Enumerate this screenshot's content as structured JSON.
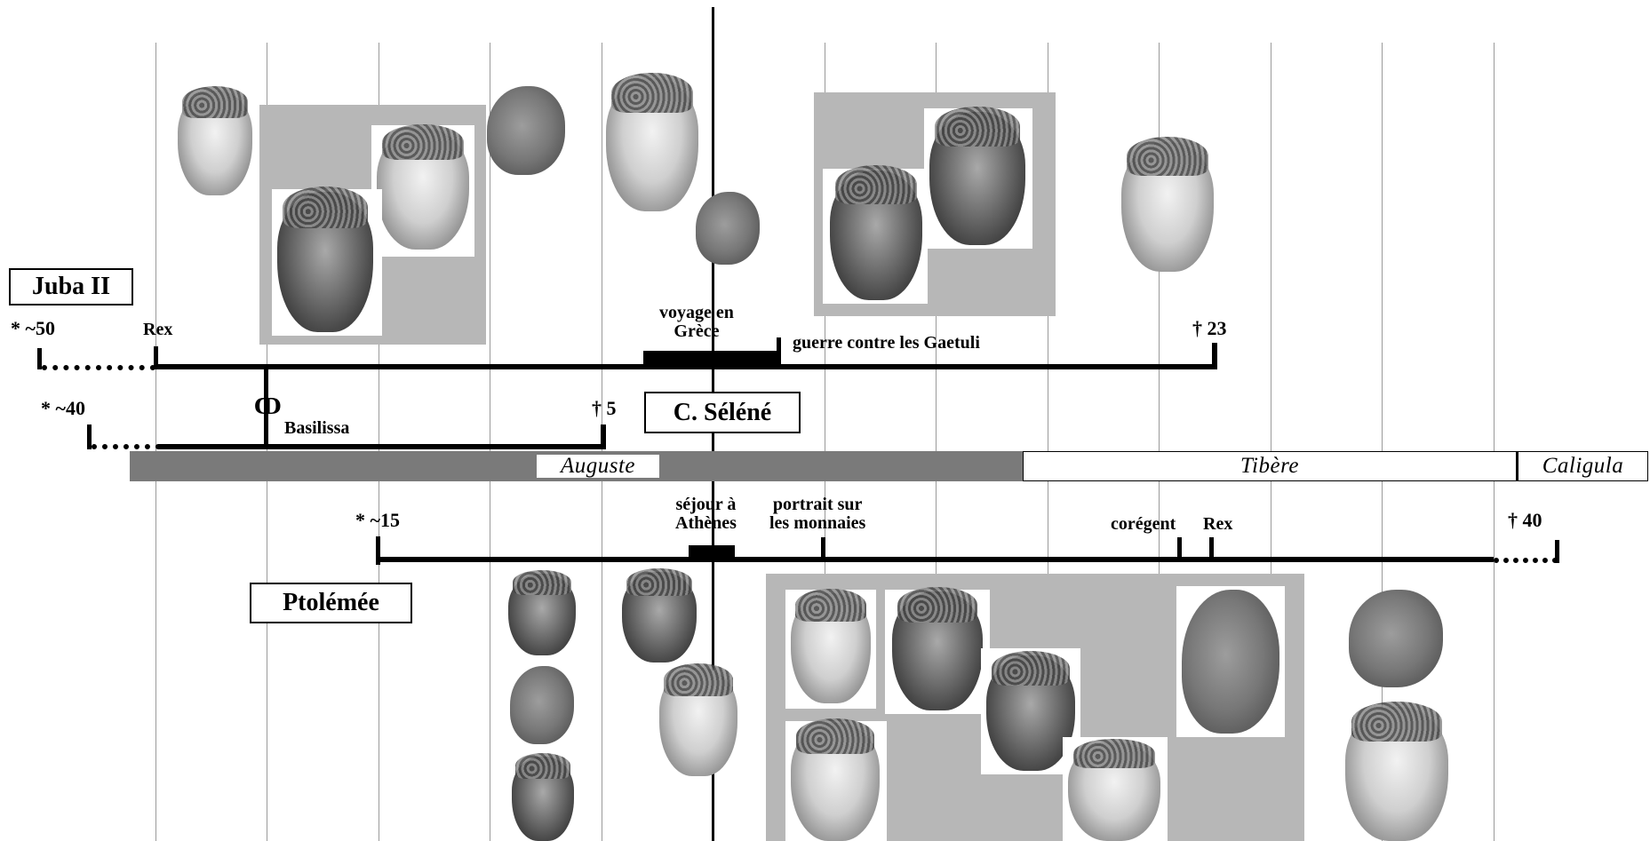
{
  "colors": {
    "line": "#000000",
    "grid": "#9a9a9a",
    "panel": "#b7b7b7",
    "reign_bar": "#7a7a7a"
  },
  "juba": {
    "name": "Juba II",
    "birth": "* ~50",
    "rex": "Rex",
    "voyage": "voyage en\nGrèce",
    "guerre": "guerre contre les Gaetuli",
    "death": "† 23"
  },
  "selene": {
    "name": "C. Séléné",
    "birth": "* ~40",
    "marriage_icon": "marriage-rings-icon",
    "marriage_symbol": "ↀ",
    "basilissa": "Basilissa",
    "death": "† 5"
  },
  "reigns": {
    "augustus": "Auguste",
    "tiberius": "Tibère",
    "caligula": "Caligula"
  },
  "ptolemy": {
    "name": "Ptolémée",
    "birth": "* ~15",
    "sejour": "séjour à\nAthènes",
    "portrait": "portrait sur\nles monnaies",
    "coregent": "corégent",
    "rex": "Rex",
    "death": "† 40"
  },
  "portrait_icons": {
    "juba": [
      "portrait-head-icon",
      "portrait-head-icon",
      "portrait-head-icon",
      "portrait-head-icon",
      "portrait-head-icon",
      "portrait-head-icon",
      "portrait-head-icon",
      "portrait-head-icon",
      "portrait-head-icon"
    ],
    "ptolemy": [
      "portrait-head-icon",
      "portrait-head-icon",
      "portrait-head-icon",
      "portrait-head-icon",
      "portrait-head-icon",
      "portrait-head-icon",
      "portrait-head-icon",
      "portrait-head-icon",
      "portrait-head-icon",
      "portrait-head-icon",
      "portrait-head-icon",
      "portrait-head-icon",
      "portrait-head-icon"
    ]
  }
}
